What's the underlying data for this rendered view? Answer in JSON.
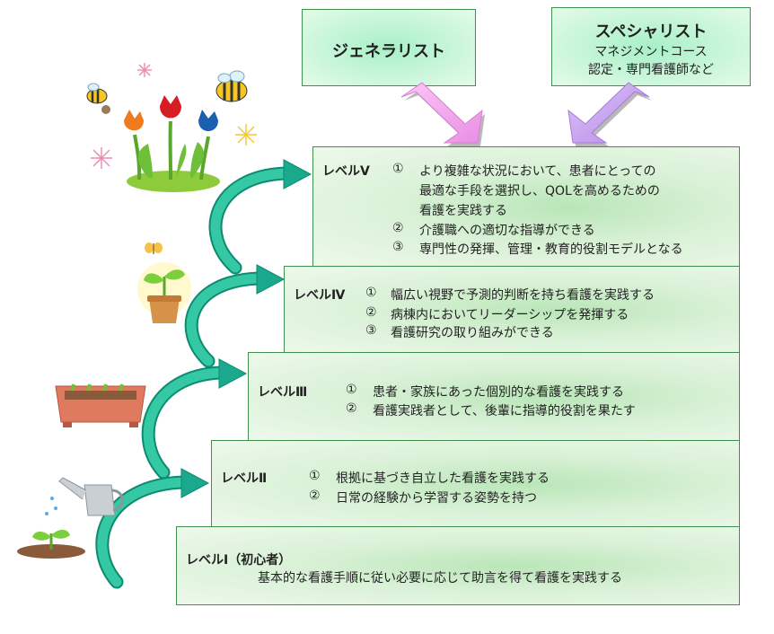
{
  "generalist": {
    "label": "ジェネラリスト"
  },
  "specialist": {
    "label": "スペシャリスト",
    "sub1": "マネジメントコース",
    "sub2": "認定・専門看護師など"
  },
  "levels": [
    {
      "title": "レベルⅤ",
      "items": [
        {
          "num": "①",
          "lines": [
            "より複雑な状況において、患者にとっての",
            "最適な手段を選択し、QOLを高めるための",
            "看護を実践する"
          ]
        },
        {
          "num": "②",
          "lines": [
            "介護職への適切な指導ができる"
          ]
        },
        {
          "num": "③",
          "lines": [
            "専門性の発揮、管理・教育的役割モデルとなる"
          ]
        }
      ]
    },
    {
      "title": "レベルⅣ",
      "items": [
        {
          "num": "①",
          "lines": [
            "幅広い視野で予測的判断を持ち看護を実践する"
          ]
        },
        {
          "num": "②",
          "lines": [
            "病棟内においてリーダーシップを発揮する"
          ]
        },
        {
          "num": "③",
          "lines": [
            "看護研究の取り組みができる"
          ]
        }
      ]
    },
    {
      "title": "レベルⅢ",
      "items": [
        {
          "num": "①",
          "lines": [
            "患者・家族にあった個別的な看護を実践する"
          ]
        },
        {
          "num": "②",
          "lines": [
            "看護実践者として、後輩に指導的役割を果たす"
          ]
        }
      ]
    },
    {
      "title": "レベルⅡ",
      "items": [
        {
          "num": "①",
          "lines": [
            "根拠に基づき自立した看護を実践する"
          ]
        },
        {
          "num": "②",
          "lines": [
            "日常の経験から学習する姿勢を持つ"
          ]
        }
      ]
    },
    {
      "title": "レベルⅠ（初心者）",
      "items": [
        {
          "num": "",
          "lines": [
            "基本的な看護手順に従い必要に応じて助言を得て看護を実践する"
          ]
        }
      ]
    }
  ],
  "colors": {
    "arrow_green": "#1aa98c",
    "up_arrow_pink": "#f3a6ee",
    "up_arrow_purple": "#c9a3ee",
    "box_border": "#3f8f4f"
  },
  "decorations": [
    "tulips-icon",
    "bee-icon",
    "sprout-pot-icon",
    "butterfly-icon",
    "planter-icon",
    "watering-can-icon",
    "seedling-icon"
  ]
}
